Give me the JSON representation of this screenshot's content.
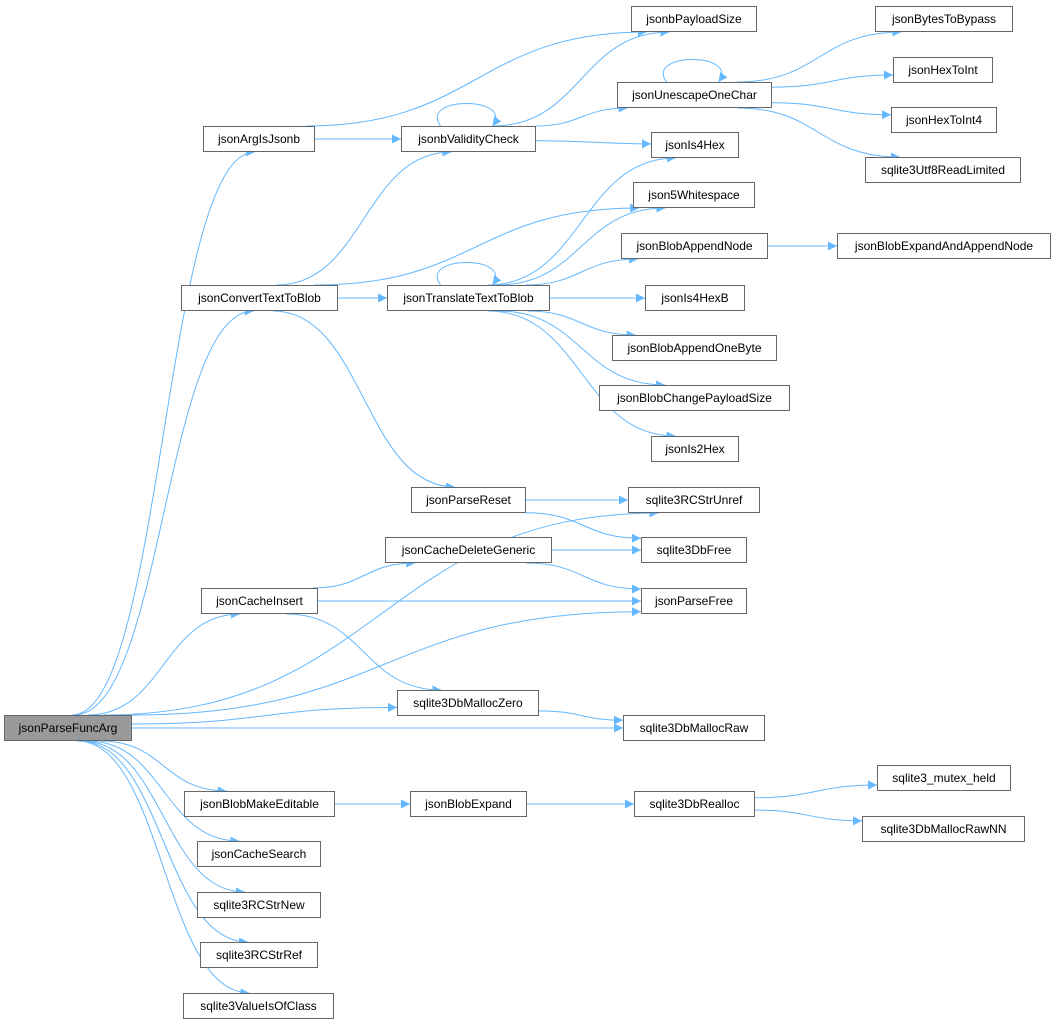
{
  "root": "n_jsonParseFuncArg",
  "colors": {
    "edge": "#63b8ff",
    "node_border": "#666666",
    "root_fill": "#999999"
  },
  "nodes": {
    "n_jsonParseFuncArg": "jsonParseFuncArg",
    "n_jsonArgIsJsonb": "jsonArgIsJsonb",
    "n_jsonbPayloadSize": "jsonbPayloadSize",
    "n_jsonbValidityCheck": "jsonbValidityCheck",
    "n_jsonUnescapeOneChar": "jsonUnescapeOneChar",
    "n_jsonBytesToBypass": "jsonBytesToBypass",
    "n_jsonHexToInt": "jsonHexToInt",
    "n_jsonHexToInt4": "jsonHexToInt4",
    "n_sqlite3Utf8ReadLimited": "sqlite3Utf8ReadLimited",
    "n_jsonIs4Hex": "jsonIs4Hex",
    "n_json5Whitespace": "json5Whitespace",
    "n_jsonConvertTextToBlob": "jsonConvertTextToBlob",
    "n_jsonTranslateTextToBlob": "jsonTranslateTextToBlob",
    "n_jsonBlobAppendNode": "jsonBlobAppendNode",
    "n_jsonBlobExpandAndAppendNode": "jsonBlobExpandAndAppendNode",
    "n_jsonIs4HexB": "jsonIs4HexB",
    "n_jsonBlobAppendOneByte": "jsonBlobAppendOneByte",
    "n_jsonBlobChangePayloadSize": "jsonBlobChangePayloadSize",
    "n_jsonIs2Hex": "jsonIs2Hex",
    "n_jsonParseReset": "jsonParseReset",
    "n_sqlite3RCStrUnref": "sqlite3RCStrUnref",
    "n_jsonCacheDeleteGeneric": "jsonCacheDeleteGeneric",
    "n_sqlite3DbFree": "sqlite3DbFree",
    "n_jsonCacheInsert": "jsonCacheInsert",
    "n_jsonParseFree": "jsonParseFree",
    "n_sqlite3DbMallocZero": "sqlite3DbMallocZero",
    "n_sqlite3DbMallocRaw": "sqlite3DbMallocRaw",
    "n_jsonBlobMakeEditable": "jsonBlobMakeEditable",
    "n_jsonBlobExpand": "jsonBlobExpand",
    "n_sqlite3DbRealloc": "sqlite3DbRealloc",
    "n_sqlite3_mutex_held": "sqlite3_mutex_held",
    "n_sqlite3DbMallocRawNN": "sqlite3DbMallocRawNN",
    "n_jsonCacheSearch": "jsonCacheSearch",
    "n_sqlite3RCStrNew": "sqlite3RCStrNew",
    "n_sqlite3RCStrRef": "sqlite3RCStrRef",
    "n_sqlite3ValueIsOfClass": "sqlite3ValueIsOfClass"
  },
  "edges": [
    [
      "n_jsonParseFuncArg",
      "n_jsonArgIsJsonb"
    ],
    [
      "n_jsonParseFuncArg",
      "n_jsonConvertTextToBlob"
    ],
    [
      "n_jsonParseFuncArg",
      "n_sqlite3RCStrUnref"
    ],
    [
      "n_jsonParseFuncArg",
      "n_jsonCacheInsert"
    ],
    [
      "n_jsonParseFuncArg",
      "n_jsonParseFree"
    ],
    [
      "n_jsonParseFuncArg",
      "n_sqlite3DbMallocZero"
    ],
    [
      "n_jsonParseFuncArg",
      "n_sqlite3DbMallocRaw"
    ],
    [
      "n_jsonParseFuncArg",
      "n_jsonBlobMakeEditable"
    ],
    [
      "n_jsonParseFuncArg",
      "n_jsonCacheSearch"
    ],
    [
      "n_jsonParseFuncArg",
      "n_sqlite3RCStrNew"
    ],
    [
      "n_jsonParseFuncArg",
      "n_sqlite3RCStrRef"
    ],
    [
      "n_jsonParseFuncArg",
      "n_sqlite3ValueIsOfClass"
    ],
    [
      "n_jsonArgIsJsonb",
      "n_jsonbPayloadSize"
    ],
    [
      "n_jsonArgIsJsonb",
      "n_jsonbValidityCheck"
    ],
    [
      "n_jsonbValidityCheck",
      "n_jsonbPayloadSize"
    ],
    [
      "n_jsonbValidityCheck",
      "n_jsonbValidityCheck"
    ],
    [
      "n_jsonbValidityCheck",
      "n_jsonUnescapeOneChar"
    ],
    [
      "n_jsonbValidityCheck",
      "n_jsonIs4Hex"
    ],
    [
      "n_jsonUnescapeOneChar",
      "n_jsonUnescapeOneChar"
    ],
    [
      "n_jsonUnescapeOneChar",
      "n_jsonBytesToBypass"
    ],
    [
      "n_jsonUnescapeOneChar",
      "n_jsonHexToInt"
    ],
    [
      "n_jsonUnescapeOneChar",
      "n_jsonHexToInt4"
    ],
    [
      "n_jsonUnescapeOneChar",
      "n_sqlite3Utf8ReadLimited"
    ],
    [
      "n_jsonConvertTextToBlob",
      "n_jsonbValidityCheck"
    ],
    [
      "n_jsonConvertTextToBlob",
      "n_json5Whitespace"
    ],
    [
      "n_jsonConvertTextToBlob",
      "n_jsonTranslateTextToBlob"
    ],
    [
      "n_jsonConvertTextToBlob",
      "n_jsonParseReset"
    ],
    [
      "n_jsonTranslateTextToBlob",
      "n_jsonTranslateTextToBlob"
    ],
    [
      "n_jsonTranslateTextToBlob",
      "n_jsonIs4Hex"
    ],
    [
      "n_jsonTranslateTextToBlob",
      "n_json5Whitespace"
    ],
    [
      "n_jsonTranslateTextToBlob",
      "n_jsonBlobAppendNode"
    ],
    [
      "n_jsonTranslateTextToBlob",
      "n_jsonIs4HexB"
    ],
    [
      "n_jsonTranslateTextToBlob",
      "n_jsonBlobAppendOneByte"
    ],
    [
      "n_jsonTranslateTextToBlob",
      "n_jsonBlobChangePayloadSize"
    ],
    [
      "n_jsonTranslateTextToBlob",
      "n_jsonIs2Hex"
    ],
    [
      "n_jsonBlobAppendNode",
      "n_jsonBlobExpandAndAppendNode"
    ],
    [
      "n_jsonParseReset",
      "n_sqlite3RCStrUnref"
    ],
    [
      "n_jsonParseReset",
      "n_sqlite3DbFree"
    ],
    [
      "n_jsonCacheDeleteGeneric",
      "n_sqlite3DbFree"
    ],
    [
      "n_jsonCacheDeleteGeneric",
      "n_jsonParseFree"
    ],
    [
      "n_jsonCacheInsert",
      "n_jsonCacheDeleteGeneric"
    ],
    [
      "n_jsonCacheInsert",
      "n_jsonParseFree"
    ],
    [
      "n_jsonCacheInsert",
      "n_sqlite3DbMallocZero"
    ],
    [
      "n_sqlite3DbMallocZero",
      "n_sqlite3DbMallocRaw"
    ],
    [
      "n_jsonBlobMakeEditable",
      "n_jsonBlobExpand"
    ],
    [
      "n_jsonBlobExpand",
      "n_sqlite3DbRealloc"
    ],
    [
      "n_sqlite3DbRealloc",
      "n_sqlite3_mutex_held"
    ],
    [
      "n_sqlite3DbRealloc",
      "n_sqlite3DbMallocRawNN"
    ]
  ]
}
